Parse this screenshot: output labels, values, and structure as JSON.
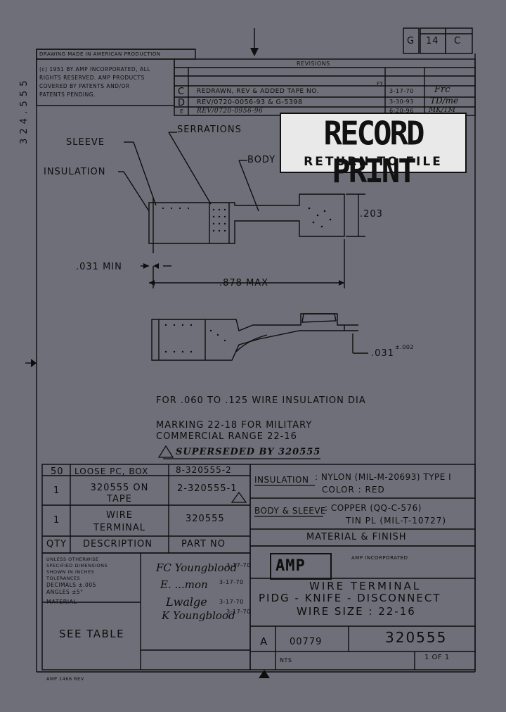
{
  "header": {
    "rev_letter": "G",
    "sheet_no": "14",
    "size": "C",
    "revisions_title": "REVISIONS",
    "made_in": "DRAWING MADE IN AMERICAN PRODUCTION",
    "copyright": [
      "(c) 1951 BY AMP INCORPORATED, ALL",
      "RIGHTS RESERVED. AMP PRODUCTS",
      "COVERED BY PATENTS AND/OR",
      "PATENTS PENDING."
    ],
    "side_number": "3 2 4 . 5 5 5"
  },
  "revisions": [
    {
      "ltr": "C",
      "description": "REDRAWN, REV & ADDED TAPE NO.",
      "by": "FY",
      "date": "3-17-70",
      "approved": "Frc"
    },
    {
      "ltr": "D",
      "description": "REV/0720-0056-93 & G-5398",
      "by": "",
      "date": "3-30-93",
      "approved": "TD/me"
    },
    {
      "ltr": "E",
      "description": "REV/0720-0956-96",
      "by": "",
      "date": "6-20-96",
      "approved": "MK/TM"
    }
  ],
  "stamp": {
    "line1": "RECORD PRINT",
    "line2": "RETURN TO FILE"
  },
  "drawing": {
    "sleeve": "SLEEVE",
    "serrations": "SERRATIONS",
    "body": "BODY",
    "insulation": "INSULATION",
    "dim_203": ".203",
    "dim_031_min": ".031 MIN",
    "dim_878_max": ".878 MAX",
    "dim_031_tol": ".031",
    "tol": "±.002",
    "note_wire": "FOR .060 TO .125 WIRE INSULATION DIA",
    "marking_1": "MARKING 22-18 FOR MILITARY",
    "marking_2": "COMMERCIAL RANGE 22-16",
    "superseded": "SUPERSEDED BY 320555"
  },
  "parts_table": {
    "rows": [
      {
        "qty": "50",
        "description": "LOOSE PC, BOX",
        "part_no": "8-320555-2"
      },
      {
        "qty": "1",
        "description": "320555 ON TAPE",
        "part_no": "2-320555-1"
      },
      {
        "qty": "1",
        "description": "WIRE TERMINAL",
        "part_no": "320555"
      }
    ],
    "headers": {
      "qty": "QTY",
      "description": "DESCRIPTION",
      "part_no": "PART NO"
    }
  },
  "material_finish": {
    "insulation_label": "INSULATION",
    "insulation_value": ": NYLON (MIL-M-20693) TYPE I",
    "color": "COLOR : RED",
    "body_label": "BODY & SLEEVE",
    "body_value": ": COPPER (QQ-C-576)",
    "tin": "TIN PL (MIL-T-10727)",
    "title": "MATERIAL & FINISH"
  },
  "title_block": {
    "tol_lines": [
      "UNLESS OTHERWISE",
      "SPECIFIED DIMENSIONS",
      "SHOWN IN INCHES",
      "TOLERANCES",
      "DECIMALS ±.005",
      "ANGLES ±5°"
    ],
    "material_label": "MATERIAL",
    "material_value": "SEE TABLE",
    "logo": "AMP",
    "company": "AMP INCORPORATED",
    "title_lines": [
      "WIRE TERMINAL",
      "PIDG - KNIFE - DISCONNECT",
      "WIRE SIZE : 22-16"
    ],
    "size": "A",
    "code": "00779",
    "part_no": "320555",
    "sheet": "1 OF 1",
    "scale": "NTS",
    "signatures": [
      {
        "name": "FC Youngblood",
        "date": "3-17-70"
      },
      {
        "name": "E. ...mon",
        "date": "3-17-70"
      },
      {
        "name": "Lwalge",
        "date": "3-17-70"
      },
      {
        "name": "K Youngblood",
        "date": "3-17-70"
      }
    ],
    "bottom_left": "AMP 1466 REV"
  }
}
